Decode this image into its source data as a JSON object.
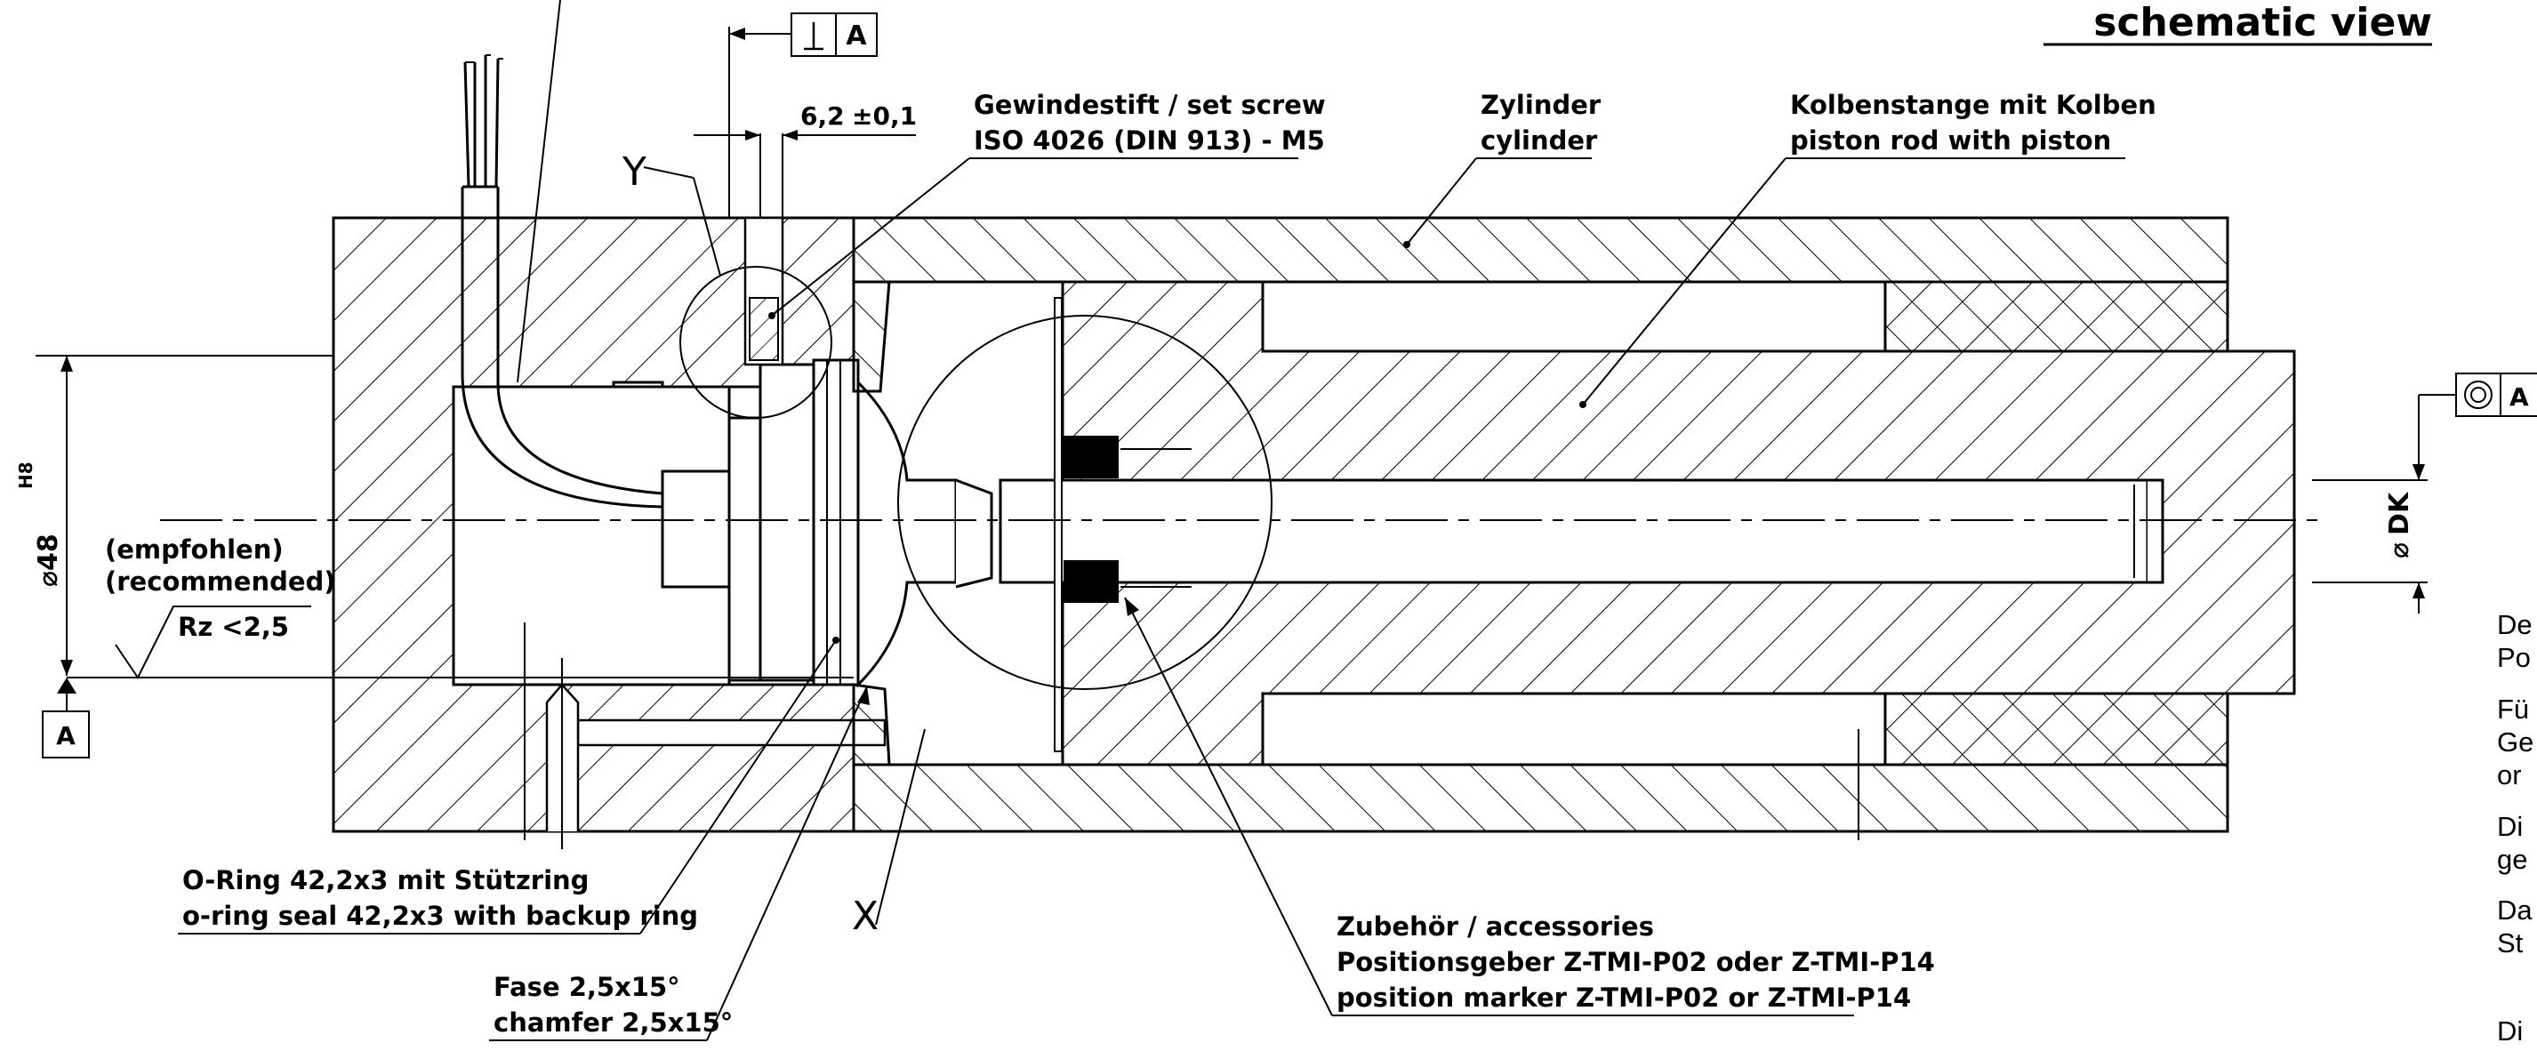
{
  "title": "schematic view",
  "datum_ref": "A",
  "view_labels": {
    "detail_y": "Y",
    "detail_x": "X"
  },
  "dimensions": {
    "bore_diameter": "48",
    "bore_tolerance": "H8",
    "offset_value": "6,2",
    "offset_tolerance": "±0,1",
    "rod_diameter": "DK"
  },
  "surface": {
    "line1": "(empfohlen)",
    "line2": "(recommended)",
    "roughness": "Rz  <2,5"
  },
  "callouts": {
    "set_screw": {
      "line1": "Gewindestift / set screw",
      "line2": "ISO 4026 (DIN 913) - M5"
    },
    "cylinder": {
      "line1": "Zylinder",
      "line2": "cylinder"
    },
    "piston_rod": {
      "line1": "Kolbenstange mit Kolben",
      "line2": "piston rod with piston"
    },
    "o_ring": {
      "line1": "O-Ring 42,2x3 mit Stützring",
      "line2": "o-ring seal 42,2x3 with backup ring"
    },
    "chamfer": {
      "line1": "Fase 2,5x15°",
      "line2": "chamfer 2,5x15°"
    },
    "accessories": {
      "line1": "Zubehör / accessories",
      "line2": "Positionsgeber Z-TMI-P02 oder Z-TMI-P14",
      "line3": "position marker Z-TMI-P02 or Z-TMI-P14"
    }
  },
  "side_text_fragments": [
    "De",
    "Po",
    "Fü",
    "Ge",
    "or",
    "Di",
    "ge",
    "Da",
    "St",
    "Di"
  ]
}
